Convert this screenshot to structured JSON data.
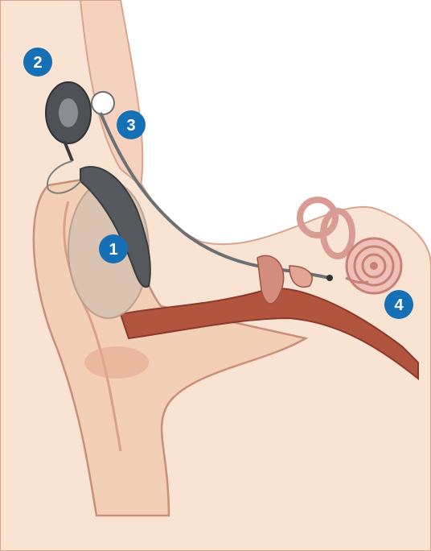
{
  "diagram": {
    "callouts": [
      {
        "id": "1",
        "label": "1"
      },
      {
        "id": "2",
        "label": "2"
      },
      {
        "id": "3",
        "label": "3"
      },
      {
        "id": "4",
        "label": "4"
      }
    ],
    "colors": {
      "badge": "#1670b5",
      "skin": "#f6d9c5",
      "skin_outline": "#c98f7a",
      "canal": "#9b4a36",
      "device": "#5b5f63",
      "cochlea": "#e7a19a"
    }
  }
}
